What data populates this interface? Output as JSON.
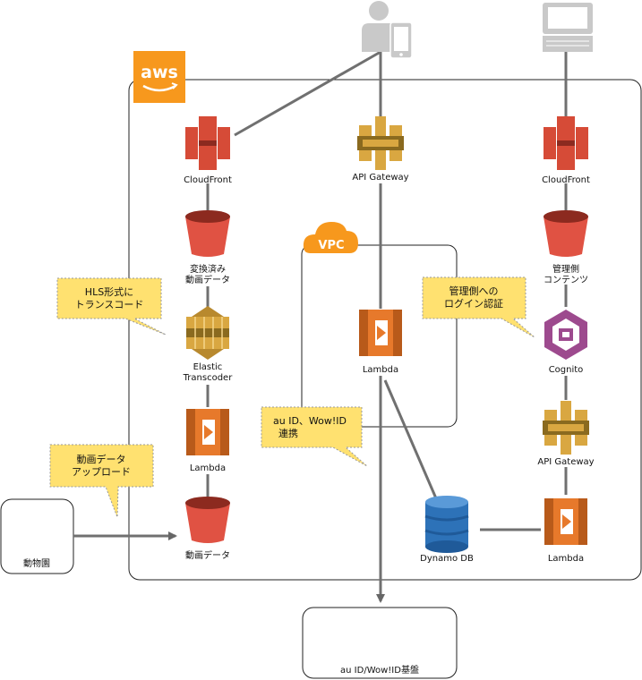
{
  "brand": {
    "logo_text": "aws",
    "vpc_label": "VPC",
    "accent": "#F7981D"
  },
  "nodes": {
    "cloudfront_left": "CloudFront",
    "converted_video_line1": "変換済み",
    "converted_video_line2": "動画データ",
    "elastic_transcoder_line1": "Elastic",
    "elastic_transcoder_line2": "Transcoder",
    "lambda_left": "Lambda",
    "video_data": "動画データ",
    "zoo": "動物園",
    "api_gateway_center": "API Gateway",
    "lambda_center": "Lambda",
    "dynamodb": "Dynamo DB",
    "au_platform": "au ID/Wow!ID基盤",
    "cloudfront_right": "CloudFront",
    "admin_contents_line1": "管理側",
    "admin_contents_line2": "コンテンツ",
    "cognito": "Cognito",
    "api_gateway_right": "API Gateway",
    "lambda_right": "Lambda"
  },
  "notes": {
    "hls_line1": "HLS形式に",
    "hls_line2": "トランスコード",
    "upload_line1": "動画データ",
    "upload_line2": "アップロード",
    "admin_login_line1": "管理側への",
    "admin_login_line2": "ログイン認証",
    "au_link_line1": "au ID、Wow!ID",
    "au_link_line2": "連携"
  },
  "colors": {
    "s3": "#E05243",
    "compute": "#E7792B",
    "gateway": "#D9A741",
    "cloudfront": "#D64B37",
    "dynamodb": "#2D72B8",
    "cognito": "#9D4A8E",
    "note": "#FFE170",
    "device": "#C9C9C9"
  }
}
